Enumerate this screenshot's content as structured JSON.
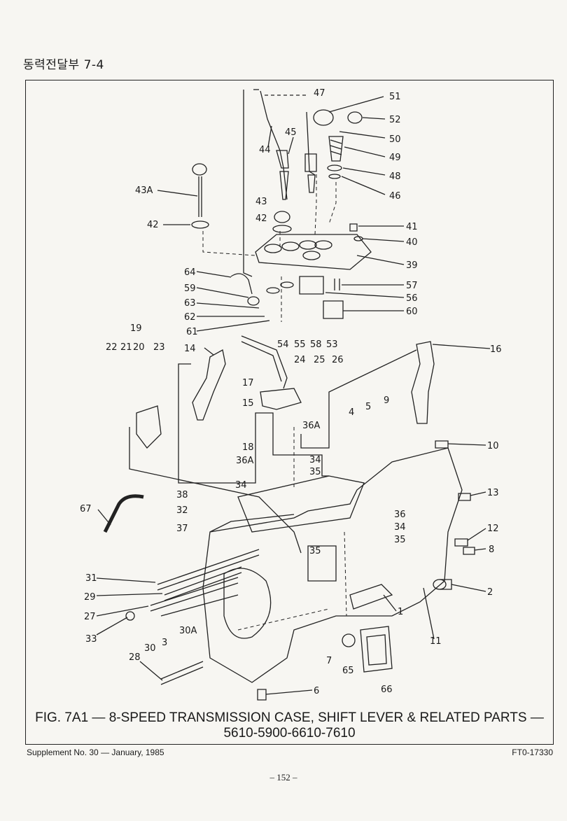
{
  "header": {
    "title": "동력전달부  7-4"
  },
  "figure": {
    "caption_line1": "FIG. 7A1 — 8-SPEED TRANSMISSION CASE, SHIFT LEVER & RELATED PARTS —",
    "caption_line2": "5610-5900-6610-7610",
    "callouts": [
      "51",
      "52",
      "47",
      "50",
      "49",
      "48",
      "46",
      "45",
      "44",
      "43A",
      "42",
      "43",
      "42",
      "41",
      "40",
      "39",
      "64",
      "59",
      "63",
      "62",
      "61",
      "57",
      "56",
      "60",
      "54",
      "55",
      "58",
      "53",
      "19",
      "22",
      "21",
      "20",
      "23",
      "14",
      "16",
      "17",
      "24",
      "25",
      "26",
      "15",
      "36A",
      "9",
      "4",
      "5",
      "10",
      "18",
      "36A",
      "34",
      "35",
      "34",
      "13",
      "38",
      "32",
      "37",
      "36",
      "34",
      "35",
      "67",
      "12",
      "35",
      "8",
      "31",
      "29",
      "2",
      "27",
      "1",
      "33",
      "30A",
      "30",
      "3",
      "28",
      "11",
      "7",
      "65",
      "66",
      "6"
    ]
  },
  "footer": {
    "supplement": "Supplement No. 30 — January, 1985",
    "code": "FT0-17330",
    "page_number": "– 152 –"
  }
}
